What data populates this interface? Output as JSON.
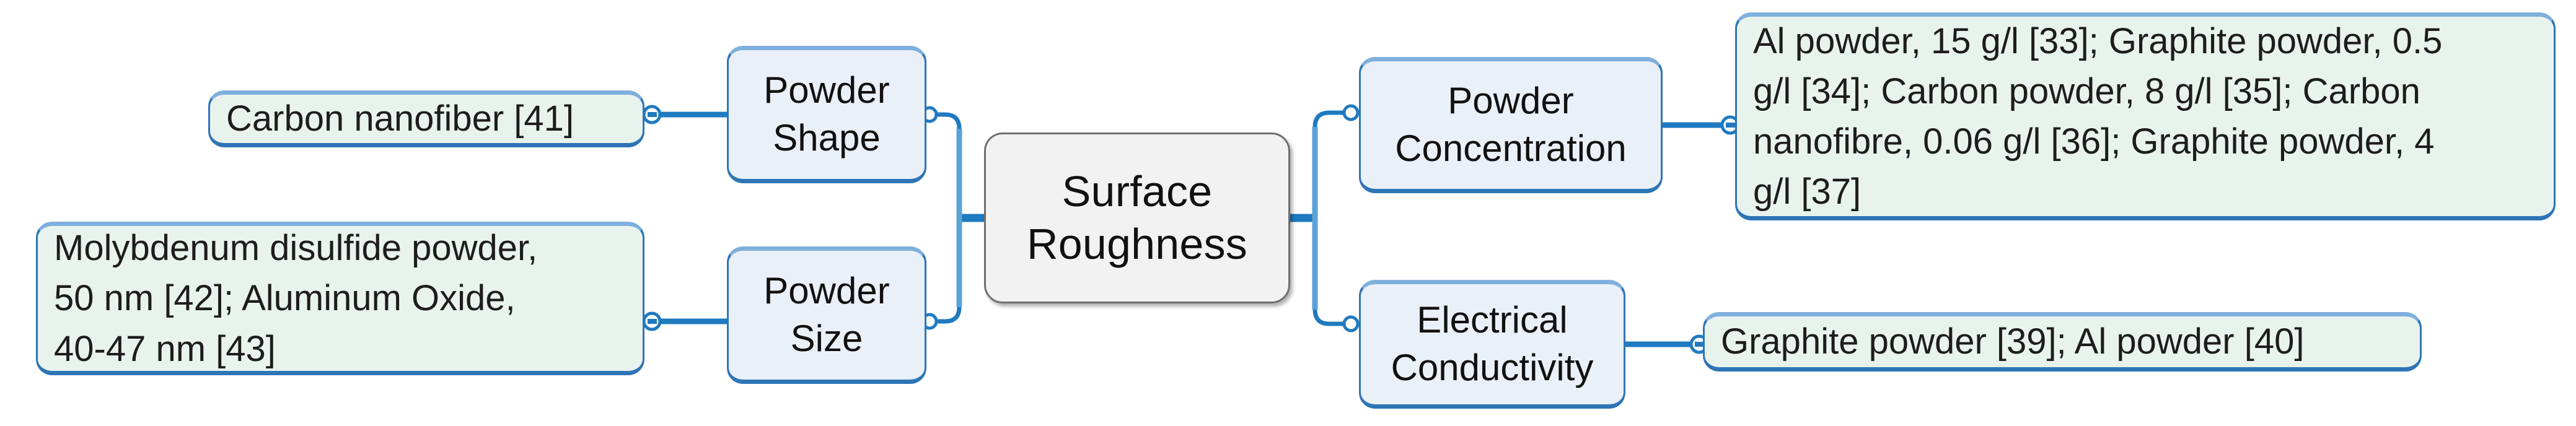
{
  "diagram": {
    "type": "mind-map",
    "title_node": "Surface Roughness",
    "colors": {
      "root_fill": "#f2f2f2",
      "root_border": "#6f6f6f",
      "branch_fill": "#eaf0f7",
      "leaf_fill": "#e9f3ee",
      "node_border": "#2e75b6",
      "node_border_light": "#7fb0dd",
      "connector": "#1f7ac0",
      "text": "#111111",
      "background": "#ffffff"
    },
    "root": {
      "label_line1": "Surface",
      "label_line2": "Roughness"
    },
    "branches": [
      {
        "id": "powder-shape",
        "side": "left",
        "label_line1": "Powder",
        "label_line2": "Shape",
        "leaf": {
          "id": "carbon-nanofiber",
          "lines": [
            "Carbon nanofiber [41]"
          ]
        }
      },
      {
        "id": "powder-size",
        "side": "left",
        "label_line1": "Powder",
        "label_line2": "Size",
        "leaf": {
          "id": "molybdenum-disulfide",
          "lines": [
            "Molybdenum disulfide powder,",
            "50 nm [42]; Aluminum Oxide,",
            "40-47 nm [43]"
          ]
        }
      },
      {
        "id": "powder-concentration",
        "side": "right",
        "label_line1": "Powder",
        "label_line2": "Concentration",
        "leaf": {
          "id": "powder-concentration-values",
          "lines": [
            "Al powder, 15 g/l [33]; Graphite powder, 0.5",
            "g/l [34]; Carbon powder, 8 g/l [35]; Carbon",
            "nanofibre, 0.06 g/l [36]; Graphite powder, 4",
            "g/l [37]"
          ]
        }
      },
      {
        "id": "electrical-conductivity",
        "side": "right",
        "label_line1": "Electrical",
        "label_line2": "Conductivity",
        "leaf": {
          "id": "electrical-conductivity-values",
          "lines": [
            "Graphite powder [39]; Al powder [40]"
          ]
        }
      }
    ]
  }
}
